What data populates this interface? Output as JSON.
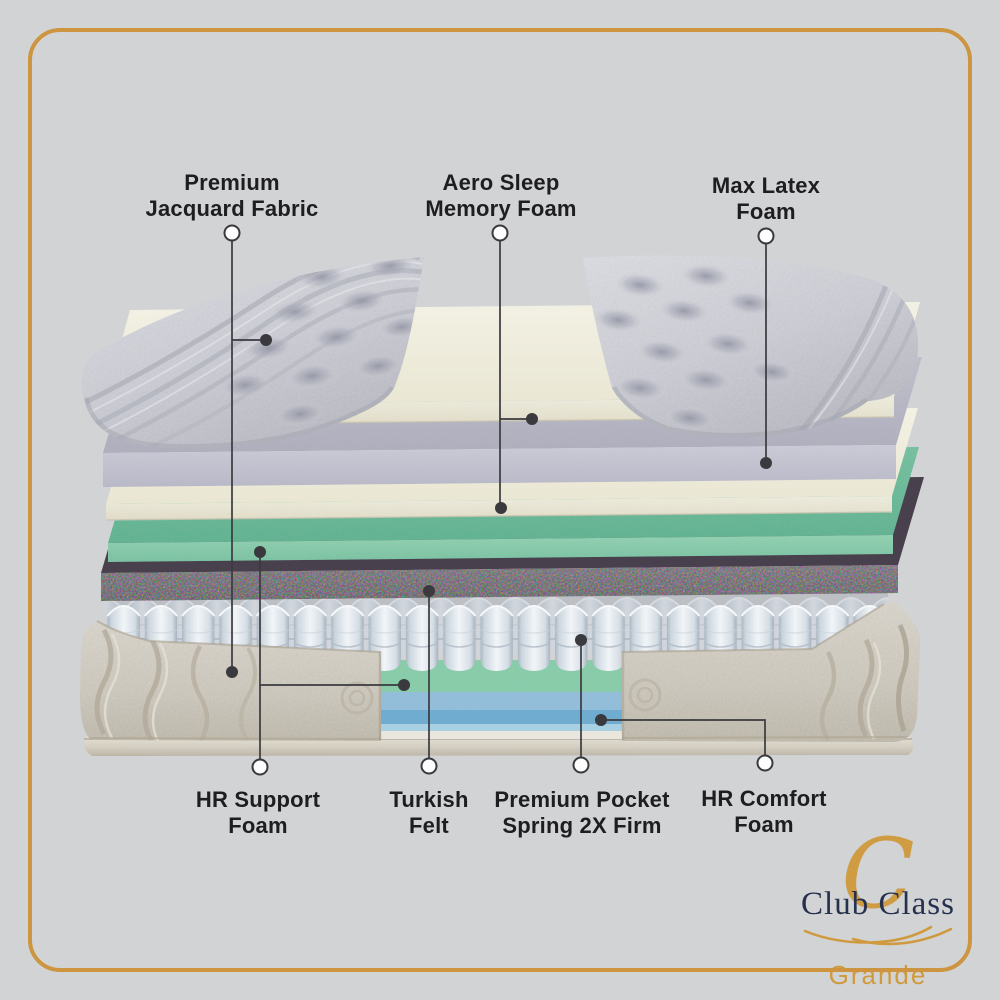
{
  "meta": {
    "background_color": "#d2d3d5",
    "frame_color": "#cd9540",
    "leader_line_color": "#3a3a3e",
    "label_text_color": "#1e1e20"
  },
  "labels": {
    "top": [
      {
        "id": "premium-jacquard",
        "lines": [
          "Premium",
          "Jacquard Fabric"
        ]
      },
      {
        "id": "aero-sleep",
        "lines": [
          "Aero Sleep",
          "Memory Foam"
        ]
      },
      {
        "id": "max-latex",
        "lines": [
          "Max Latex",
          "Foam"
        ]
      }
    ],
    "bottom": [
      {
        "id": "hr-support",
        "lines": [
          "HR Support",
          "Foam"
        ]
      },
      {
        "id": "turkish-felt",
        "lines": [
          "Turkish",
          "Felt"
        ]
      },
      {
        "id": "pocket-spring",
        "lines": [
          "Premium Pocket",
          "Spring 2X Firm"
        ]
      },
      {
        "id": "hr-comfort",
        "lines": [
          "HR Comfort",
          "Foam"
        ]
      }
    ]
  },
  "layers": [
    {
      "name": "Premium Jacquard Fabric",
      "color": "#ced0d8"
    },
    {
      "name": "Aero Sleep Memory Foam (upper)",
      "color": "#ebe8d7"
    },
    {
      "name": "Max Latex Foam",
      "color": "#bcbcca"
    },
    {
      "name": "Aero Sleep Memory Foam (lower)",
      "color": "#ebe8d7"
    },
    {
      "name": "HR Support Foam",
      "color": "#66bb9a"
    },
    {
      "name": "Turkish Felt",
      "color": "#5d5260"
    },
    {
      "name": "Premium Pocket Spring 2X Firm",
      "color": "#e2e9ef"
    },
    {
      "name": "HR Comfort Foam",
      "color": "#74b0d4"
    },
    {
      "name": "Jacquard base cover",
      "color": "#cfcabf"
    }
  ],
  "brand": {
    "monogram": "C",
    "name": "Club Class",
    "sub": "Grande",
    "navy_color": "#26314e",
    "gold_color": "#cf9a3d"
  }
}
